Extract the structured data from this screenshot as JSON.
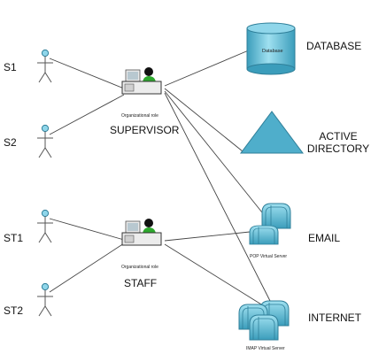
{
  "actors": [
    {
      "id": "s1",
      "label": "S1"
    },
    {
      "id": "s2",
      "label": "S2"
    },
    {
      "id": "st1",
      "label": "ST1"
    },
    {
      "id": "st2",
      "label": "ST2"
    }
  ],
  "roles": {
    "supervisor": {
      "label": "SUPERVISOR",
      "caption": "Organizational role"
    },
    "staff": {
      "label": "STAFF",
      "caption": "Organizational role"
    }
  },
  "resources": {
    "database": {
      "label": "DATABASE",
      "inner_text": "Database"
    },
    "active_directory": {
      "label_line1": "ACTIVE",
      "label_line2": "DIRECTORY"
    },
    "email": {
      "label": "EMAIL",
      "caption": "POP Virtual Server"
    },
    "internet": {
      "label": "INTERNET",
      "caption": "IMAP Virtual Server"
    }
  },
  "colors": {
    "teal": "#4faecb",
    "teal_light": "#8fd6ea",
    "teal_dark": "#2f7f99",
    "green": "#2ea82e",
    "line": "#444444"
  }
}
